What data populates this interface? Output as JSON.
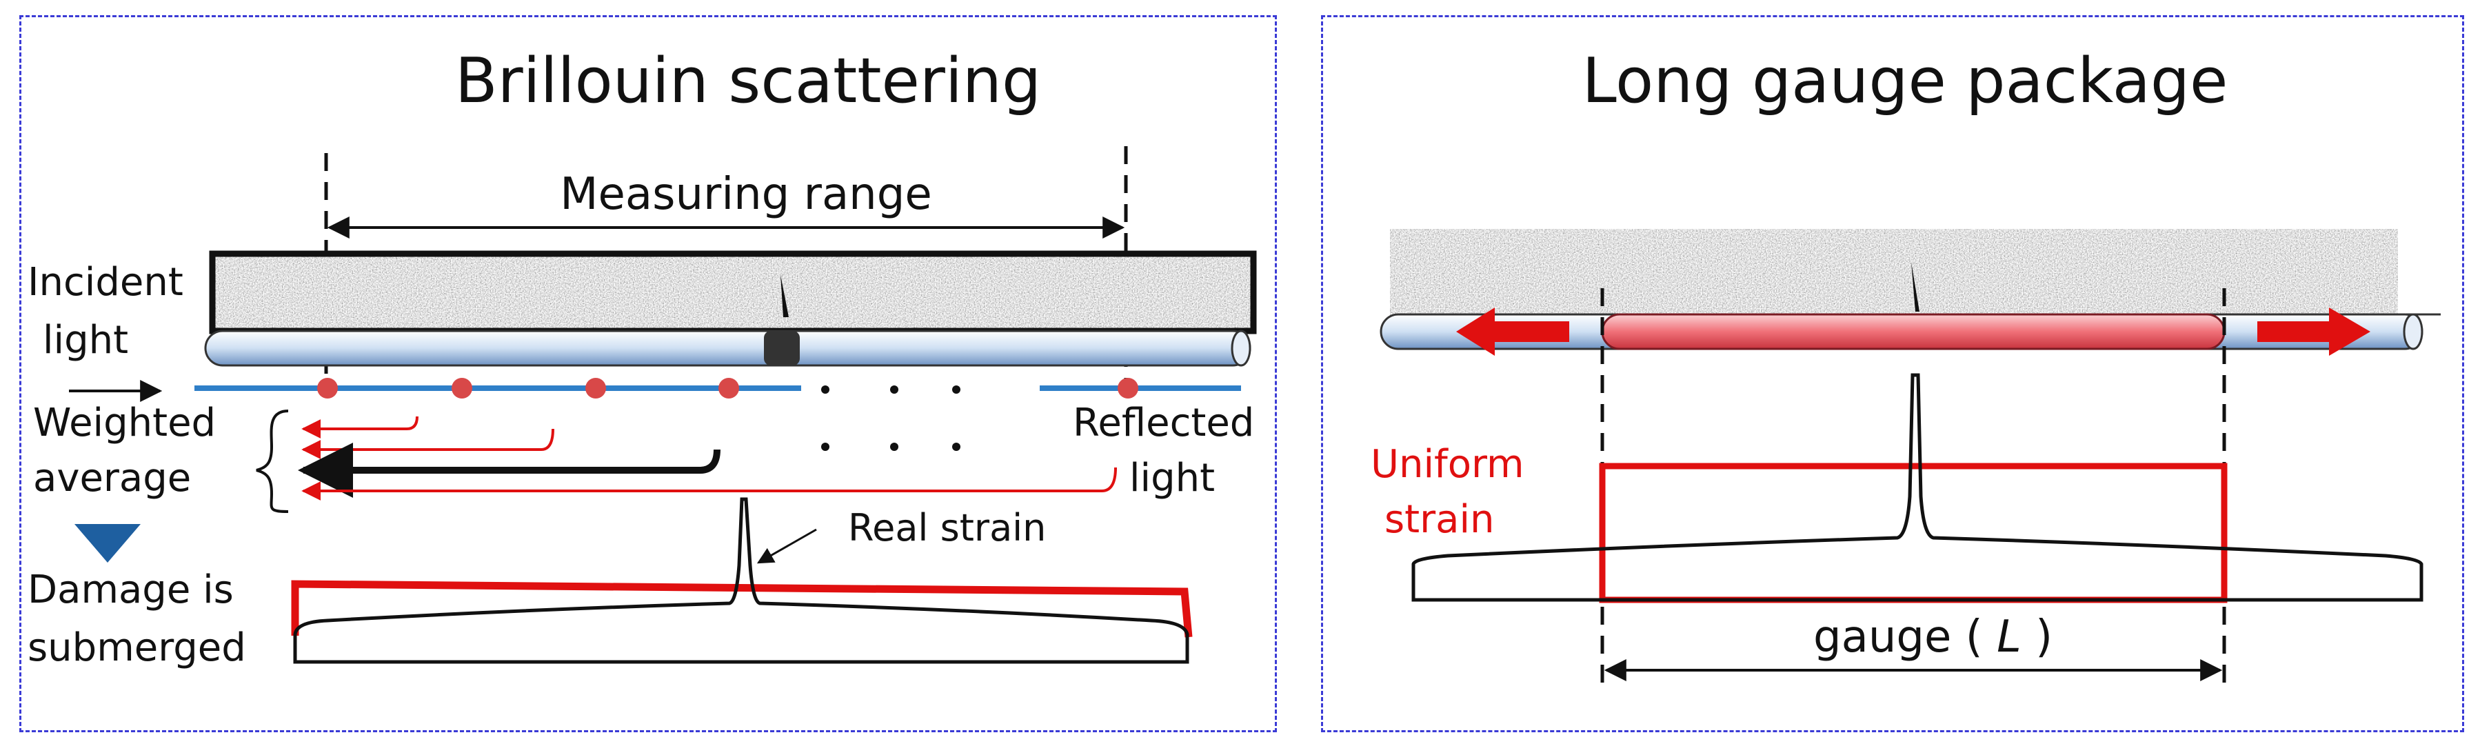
{
  "left_panel": {
    "title": "Brillouin scattering",
    "measuring_range": "Measuring range",
    "incident_line1": "Incident",
    "incident_line2": "light",
    "weighted_line1": "Weighted",
    "weighted_line2": "average",
    "reflected_line1": "Reflected",
    "reflected_line2": "light",
    "real_strain": "Real  strain",
    "damage_line1": "Damage is",
    "damage_line2": "submerged"
  },
  "right_panel": {
    "title": "Long gauge package",
    "uniform_line1": "Uniform",
    "uniform_line2": "strain",
    "gauge_text": "gauge ( ",
    "gauge_symbol": "L",
    "gauge_close": " )"
  },
  "colors": {
    "accent_red": "#e01010",
    "fiber_blue": "#2f7fc8",
    "dot_red": "#d84848",
    "frame_blue": "#3b3bd6",
    "package_pink": "#f07078",
    "down_arrow": "#1e5fa0"
  }
}
